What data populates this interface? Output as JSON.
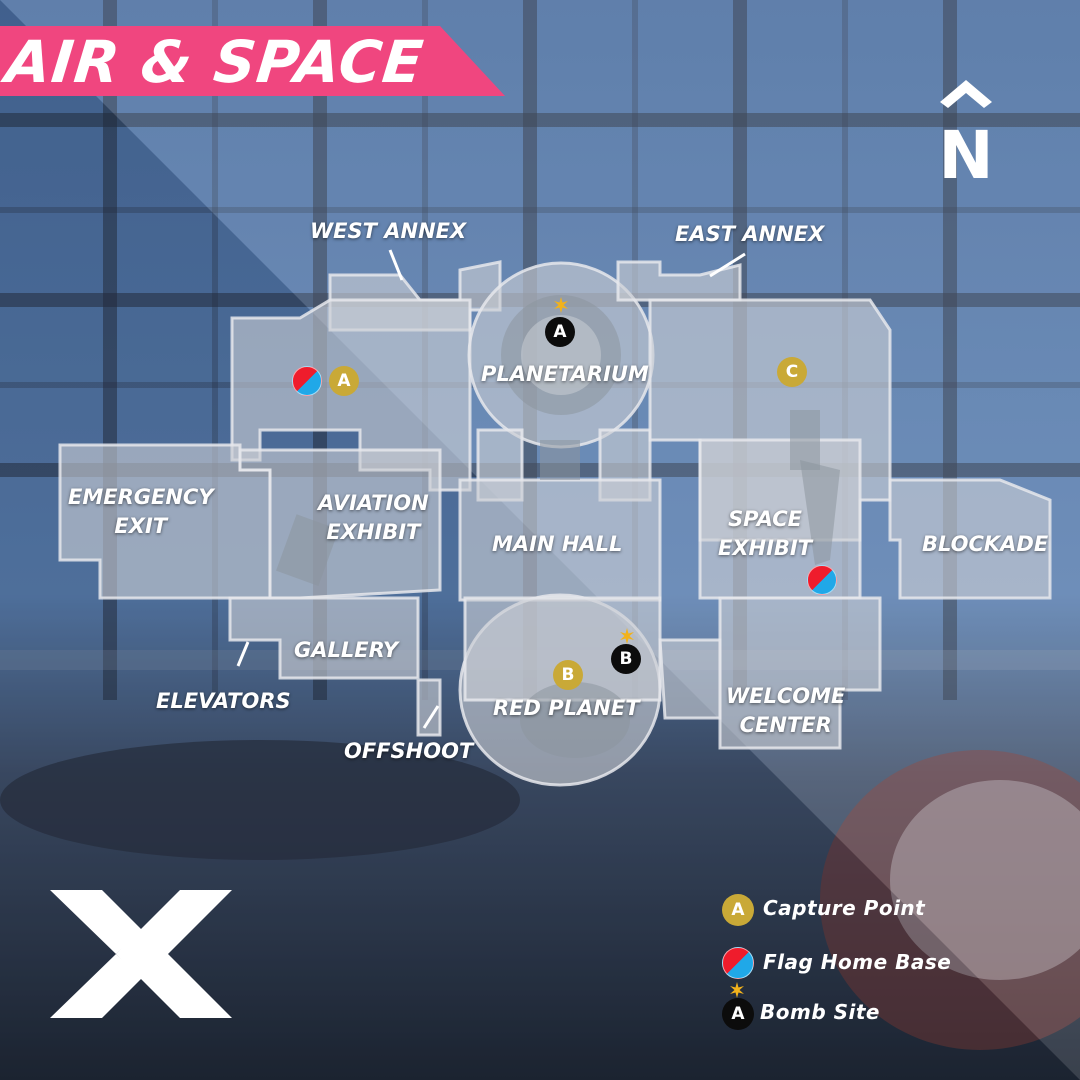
{
  "title": "AIR & SPACE",
  "north_letter": "N",
  "colors": {
    "title_banner": "#f0467f",
    "capture_point": "#c9a937",
    "bomb_site": "#0c0c0c",
    "flag_red": "#ef1c2c",
    "flag_blue": "#20a8e8",
    "room_fill": "#c9cdd3"
  },
  "areas": {
    "west_annex": "WEST ANNEX",
    "east_annex": "EAST ANNEX",
    "planetarium": "PLANETARIUM",
    "emergency_exit_1": "EMERGENCY",
    "emergency_exit_2": "EXIT",
    "aviation_exhibit_1": "AVIATION",
    "aviation_exhibit_2": "EXHIBIT",
    "main_hall": "MAIN HALL",
    "space_exhibit_1": "SPACE",
    "space_exhibit_2": "EXHIBIT",
    "blockade": "BLOCKADE",
    "gallery": "GALLERY",
    "elevators": "ELEVATORS",
    "red_planet": "RED PLANET",
    "welcome_center_1": "WELCOME",
    "welcome_center_2": "CENTER",
    "offshoot": "OFFSHOOT"
  },
  "markers": {
    "capture_a": "A",
    "capture_b": "B",
    "capture_c": "C",
    "bomb_a": "A",
    "bomb_b": "B"
  },
  "legend": {
    "capture_icon": "A",
    "capture_label": "Capture Point",
    "flag_label": "Flag Home Base",
    "bomb_icon": "A",
    "bomb_label": "Bomb Site"
  },
  "icons": [
    "north-arrow-icon",
    "spark-icon",
    "flag-icon",
    "x-logo-icon"
  ]
}
